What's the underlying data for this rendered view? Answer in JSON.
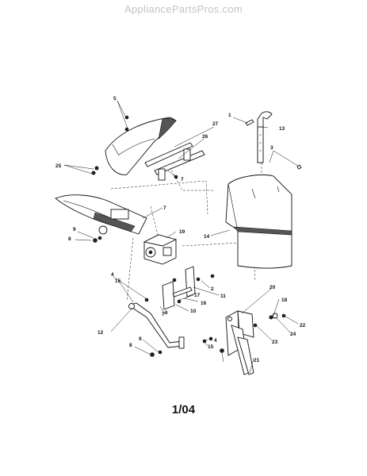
{
  "watermark": "AppliancePartsPros.com",
  "page_label": "1/04",
  "callouts": {
    "c1": "1",
    "c2": "2",
    "c3": "3",
    "c4a": "4",
    "c4b": "4",
    "c5": "5",
    "c6": "6",
    "c7a": "7",
    "c7b": "7",
    "c7c": "7",
    "c8a": "8",
    "c8b": "8",
    "c9a": "9",
    "c9b": "9",
    "c10": "10",
    "c11": "11",
    "c12": "12",
    "c13": "13",
    "c14": "14",
    "c15a": "15",
    "c15b": "15",
    "c16": "16",
    "c17": "17",
    "c18": "18",
    "c19": "19",
    "c20": "20",
    "c21": "21",
    "c22": "22",
    "c23": "23",
    "c24": "24",
    "c25": "25",
    "c26": "26",
    "c27": "27"
  }
}
